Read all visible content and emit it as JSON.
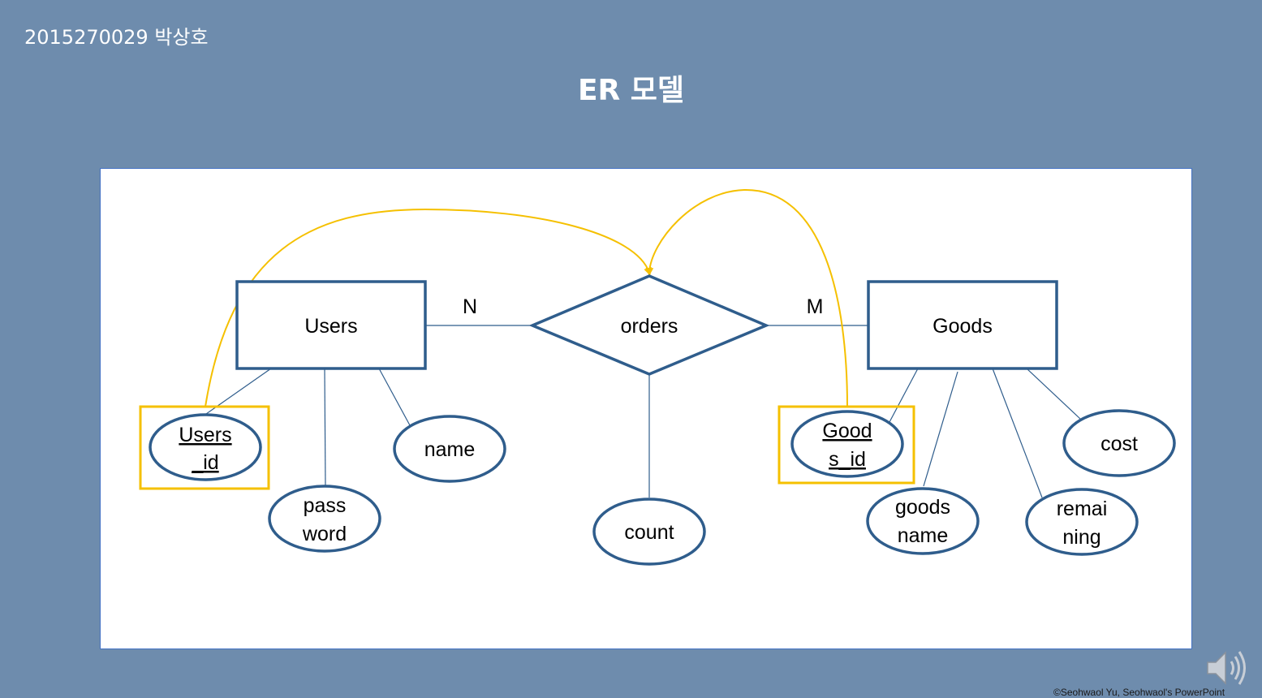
{
  "slide": {
    "author": "2015270029 박상호",
    "title": "ER 모델",
    "copyright": "©Seohwaol Yu, Seohwaol's PowerPoint"
  },
  "diagram": {
    "entities": {
      "users": "Users",
      "goods": "Goods"
    },
    "relationship": "orders",
    "cardinality": {
      "users_side": "N",
      "goods_side": "M"
    },
    "attributes": {
      "users_id": [
        "Users",
        "_id"
      ],
      "password": [
        "pass",
        "word"
      ],
      "name": "name",
      "count": "count",
      "goods_id": [
        "Good",
        "s_id"
      ],
      "goods_name": [
        "goods",
        "name"
      ],
      "remaining": [
        "remai",
        "ning"
      ],
      "cost": "cost"
    }
  },
  "colors": {
    "background": "#6e8cad",
    "shape_stroke": "#2f5d8c",
    "highlight": "#f5c000",
    "arrow": "#f5c000"
  }
}
